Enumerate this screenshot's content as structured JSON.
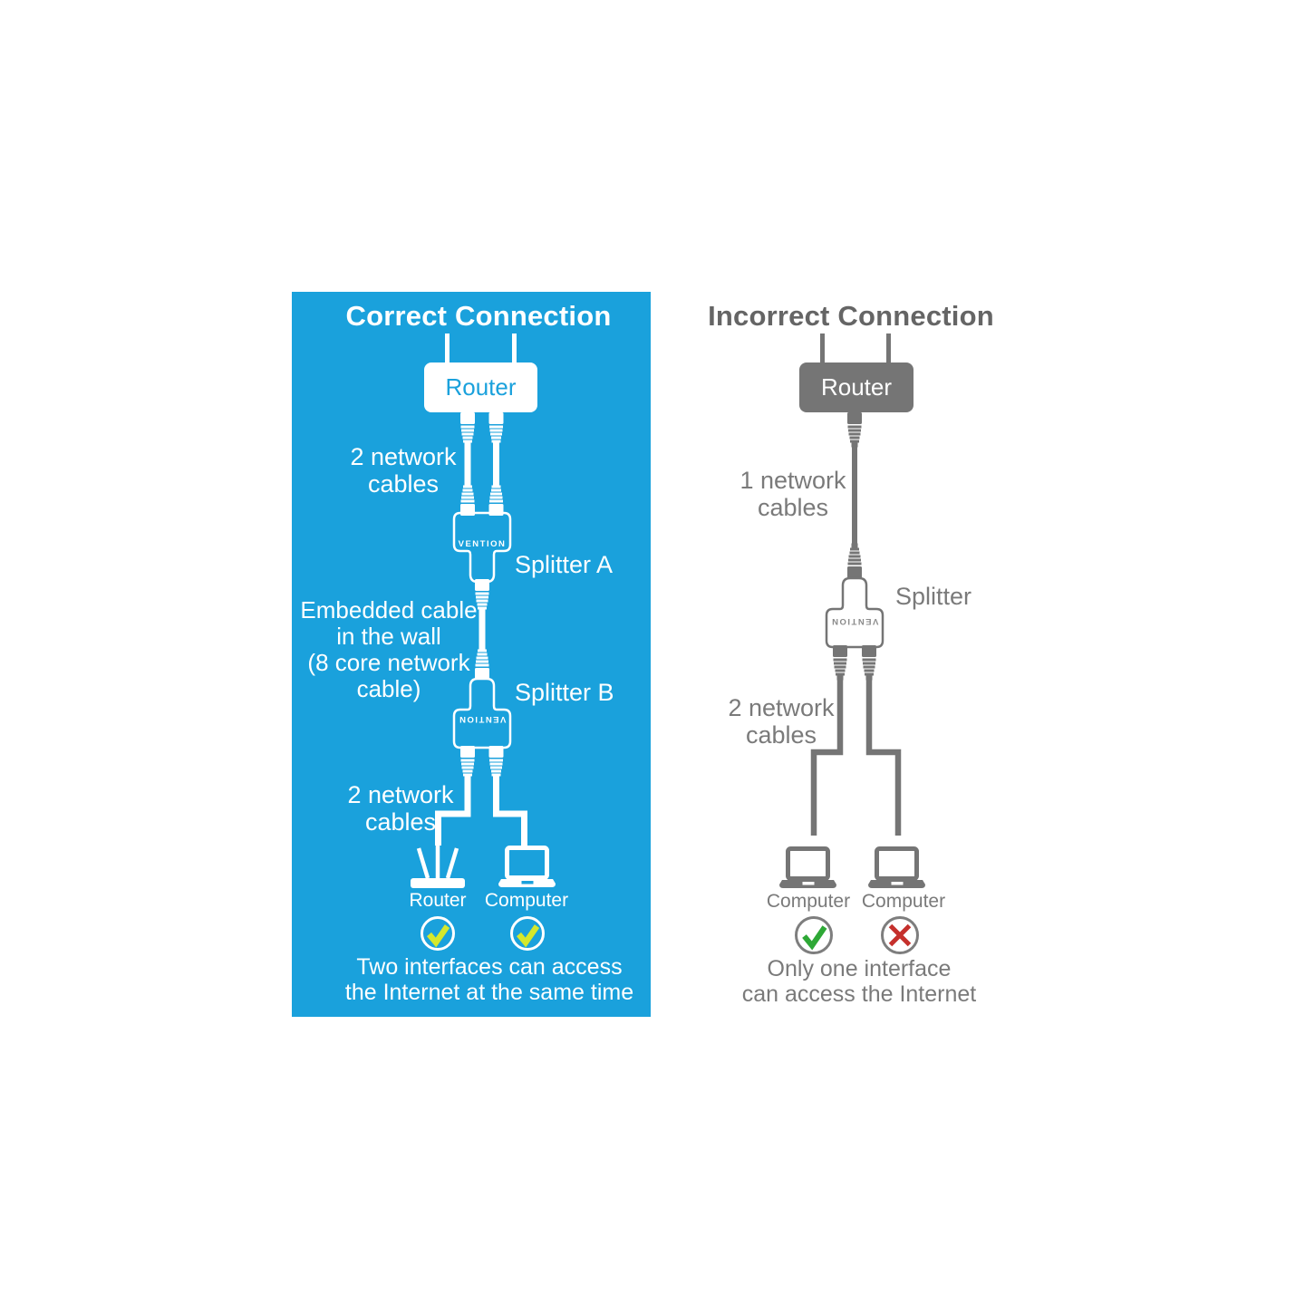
{
  "colors": {
    "panel_blue": "#1AA1DC",
    "white": "#FFFFFF",
    "device_gray": "#757575",
    "title_gray": "#656565",
    "text_gray": "#7A7A7A",
    "check_yellow": "#D5E82C",
    "check_green": "#2EA836",
    "cross_red": "#C5302C"
  },
  "left_panel": {
    "title": "Correct Connection",
    "router_label": "Router",
    "cables_top_label": "2 network\ncables",
    "splitter_a_label": "Splitter A",
    "embedded_label": "Embedded cable\nin the wall\n(8 core network\ncable)",
    "splitter_b_label": "Splitter B",
    "cables_bottom_label": "2 network\ncables",
    "device_left_label": "Router",
    "device_right_label": "Computer",
    "brand": "VENTION",
    "caption": "Two interfaces can access\nthe Internet at the same time"
  },
  "right_panel": {
    "title": "Incorrect Connection",
    "router_label": "Router",
    "cable_top_label": "1 network\ncables",
    "splitter_label": "Splitter",
    "cables_bottom_label": "2 network\ncables",
    "device_left_label": "Computer",
    "device_right_label": "Computer",
    "brand": "VENTION",
    "caption": "Only one interface\ncan access the Internet"
  }
}
